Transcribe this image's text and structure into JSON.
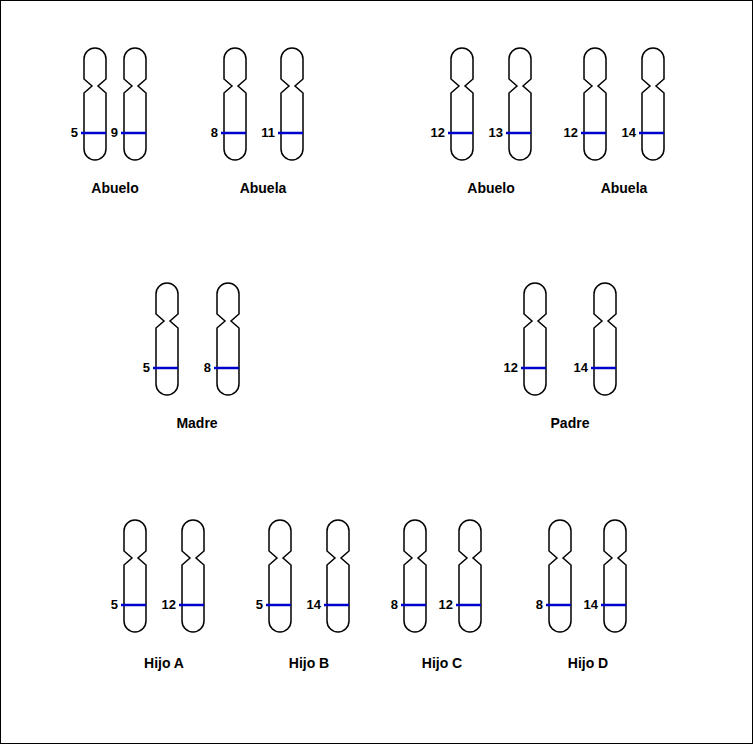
{
  "diagram": {
    "labels": [
      "5",
      "9",
      "Abuelo",
      "8",
      "11",
      "Abuela",
      "12",
      "13",
      "Abuelo",
      "12",
      "14",
      "Abuela",
      "5",
      "8",
      "Madre",
      "12",
      "14",
      "Padre",
      "5",
      "12",
      "Hijo A",
      "5",
      "14",
      "Hijo B",
      "8",
      "12",
      "Hijo C",
      "8",
      "14",
      "Hijo D"
    ]
  }
}
